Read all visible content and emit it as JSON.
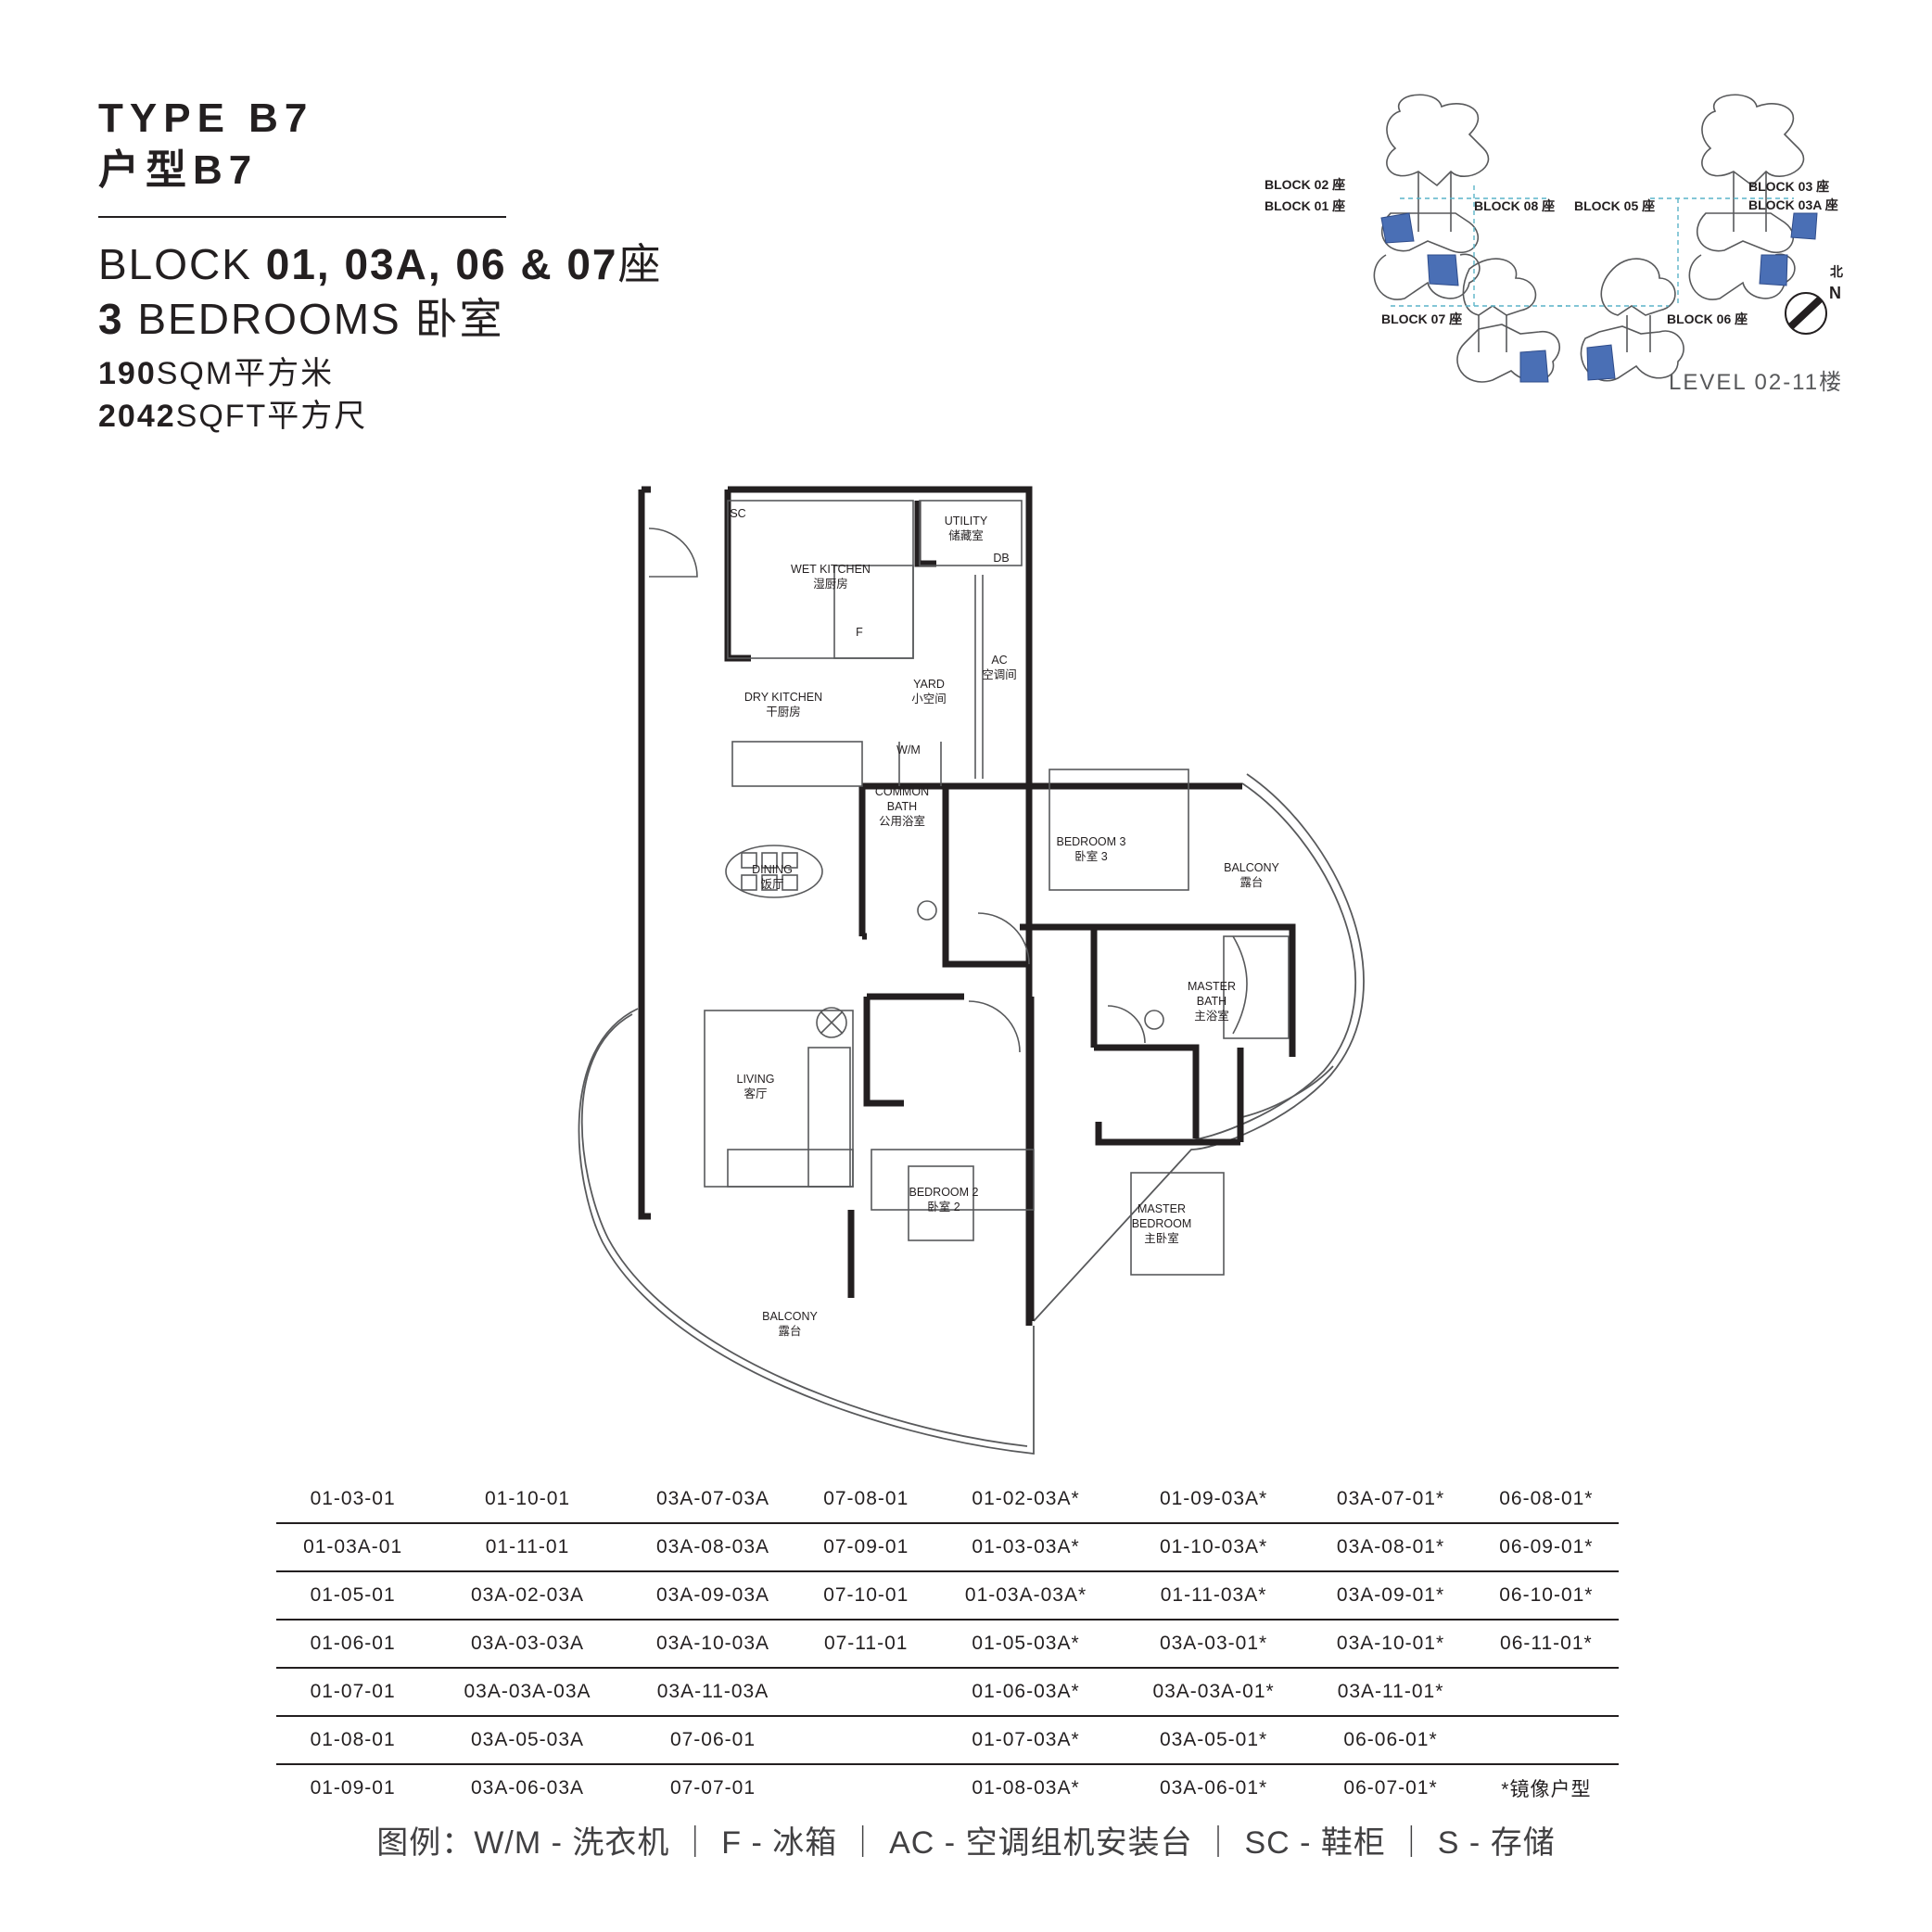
{
  "header": {
    "type_en": "TYPE B7",
    "type_cn": "户型B7",
    "block_prefix": "BLOCK ",
    "block_numbers": "01, 03A, 06 & 07",
    "block_suffix": "座",
    "bedroom_count": "3",
    "bedroom_label": " BEDROOMS 卧室",
    "area_sqm_value": "190",
    "area_sqm_unit": "SQM平方米",
    "area_sqft_value": "2042",
    "area_sqft_unit": "SQFT平方尺"
  },
  "key_plan": {
    "labels": {
      "block_02": "BLOCK 02 座",
      "block_01": "BLOCK 01 座",
      "block_08": "BLOCK 08 座",
      "block_05": "BLOCK 05 座",
      "block_03": "BLOCK 03 座",
      "block_03a": "BLOCK 03A 座",
      "block_07": "BLOCK 07 座",
      "block_06": "BLOCK 06 座"
    },
    "north_cn": "北",
    "north_en": "N",
    "level": "LEVEL 02-11楼",
    "highlight_color": "#4a6fb5"
  },
  "floor_plan": {
    "rooms": {
      "sc": "SC",
      "utility_en": "UTILITY",
      "utility_cn": "储藏室",
      "db": "DB",
      "wet_kitchen_en": "WET KITCHEN",
      "wet_kitchen_cn": "湿厨房",
      "fridge": "F",
      "ac_en": "AC",
      "ac_cn": "空调间",
      "yard_en": "YARD",
      "yard_cn": "小空间",
      "dry_kitchen_en": "DRY KITCHEN",
      "dry_kitchen_cn": "干厨房",
      "wm": "W/M",
      "common_bath_1": "COMMON",
      "common_bath_2": "BATH",
      "common_bath_cn": "公用浴室",
      "bedroom3_en": "BEDROOM 3",
      "bedroom3_cn": "卧室 3",
      "balcony_en": "BALCONY",
      "balcony_cn": "露台",
      "dining_en": "DINING",
      "dining_cn": "饭厅",
      "master_bath_1": "MASTER",
      "master_bath_2": "BATH",
      "master_bath_cn": "主浴室",
      "living_en": "LIVING",
      "living_cn": "客厅",
      "bedroom2_en": "BEDROOM 2",
      "bedroom2_cn": "卧室 2",
      "master_bed_1": "MASTER",
      "master_bed_2": "BEDROOM",
      "master_bed_cn": "主卧室",
      "balcony2_en": "BALCONY",
      "balcony2_cn": "露台"
    }
  },
  "units_table": {
    "rows": [
      [
        "01-03-01",
        "01-10-01",
        "03A-07-03A",
        "07-08-01",
        "01-02-03A*",
        "01-09-03A*",
        "03A-07-01*",
        "06-08-01*"
      ],
      [
        "01-03A-01",
        "01-11-01",
        "03A-08-03A",
        "07-09-01",
        "01-03-03A*",
        "01-10-03A*",
        "03A-08-01*",
        "06-09-01*"
      ],
      [
        "01-05-01",
        "03A-02-03A",
        "03A-09-03A",
        "07-10-01",
        "01-03A-03A*",
        "01-11-03A*",
        "03A-09-01*",
        "06-10-01*"
      ],
      [
        "01-06-01",
        "03A-03-03A",
        "03A-10-03A",
        "07-11-01",
        "01-05-03A*",
        "03A-03-01*",
        "03A-10-01*",
        "06-11-01*"
      ],
      [
        "01-07-01",
        "03A-03A-03A",
        "03A-11-03A",
        "",
        "01-06-03A*",
        "03A-03A-01*",
        "03A-11-01*",
        ""
      ],
      [
        "01-08-01",
        "03A-05-03A",
        "07-06-01",
        "",
        "01-07-03A*",
        "03A-05-01*",
        "06-06-01*",
        ""
      ],
      [
        "01-09-01",
        "03A-06-03A",
        "07-07-01",
        "",
        "01-08-03A*",
        "03A-06-01*",
        "06-07-01*",
        "*镜像户型"
      ]
    ]
  },
  "legend": "图例：W/M - 洗衣机 ｜ F - 冰箱 ｜ AC - 空调组机安装台 ｜ SC - 鞋柜 ｜ S - 存储"
}
